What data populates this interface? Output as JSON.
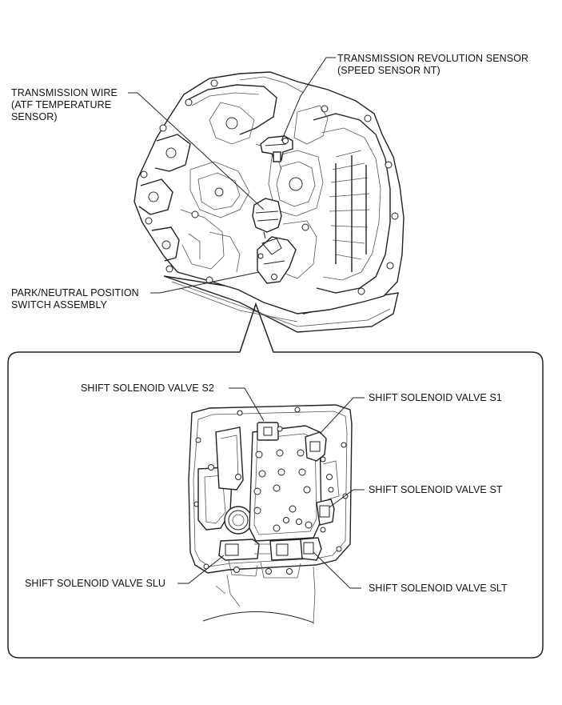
{
  "upper_labels": {
    "revolution_sensor": [
      "TRANSMISSION REVOLUTION SENSOR",
      "(SPEED SENSOR NT)"
    ],
    "transmission_wire": [
      "TRANSMISSION WIRE",
      "(ATF TEMPERATURE",
      "SENSOR)"
    ],
    "park_neutral_switch": [
      "PARK/NEUTRAL POSITION",
      "SWITCH ASSEMBLY"
    ]
  },
  "detail_labels": {
    "s2": "SHIFT SOLENOID VALVE S2",
    "s1": "SHIFT SOLENOID VALVE S1",
    "st": "SHIFT SOLENOID VALVE ST",
    "slu": "SHIFT SOLENOID VALVE SLU",
    "slt": "SHIFT SOLENOID VALVE SLT"
  }
}
